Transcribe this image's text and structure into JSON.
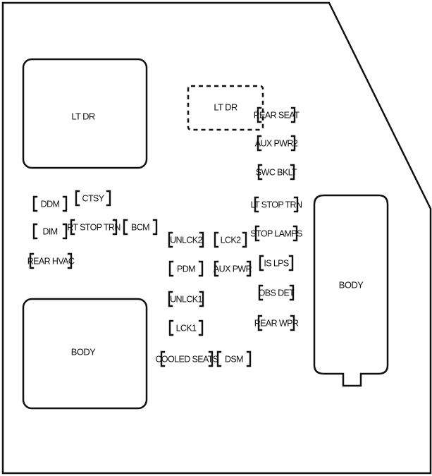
{
  "diagram": {
    "blocks": {
      "lt_dr_top": "LT DR",
      "body_left": "BODY",
      "body_right": "BODY",
      "lt_dr_dashed": "LT DR"
    },
    "fuses": {
      "ddm": "DDM",
      "ctsy": "CTSY",
      "dim": "DIM",
      "rt_stop_trn": "RT STOP TRN",
      "bcm": "BCM",
      "rear_hvac": "REAR HVAC",
      "unlck2": "UNLCK2",
      "lck2": "LCK2",
      "pdm": "PDM",
      "aux_pwr": "AUX PWR",
      "unlck1": "UNLCK1",
      "lck1": "LCK1",
      "cooled_seats": "COOLED SEATS",
      "dsm": "DSM",
      "rear_seat": "REAR SEAT",
      "aux_pwr2": "AUX PWR2",
      "swc_bklt": "SWC BKLT",
      "lt_stop_trn": "LT STOP TRN",
      "stop_lamps": "STOP LAMPS",
      "is_lps": "IS LPS",
      "obs_det": "OBS DET",
      "rear_wpr": "REAR WPR"
    }
  }
}
